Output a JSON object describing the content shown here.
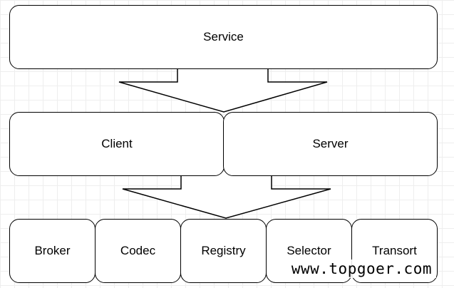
{
  "top": {
    "label": "Service"
  },
  "middle": [
    {
      "key": "client",
      "label": "Client"
    },
    {
      "key": "server",
      "label": "Server"
    }
  ],
  "bottom": [
    {
      "key": "broker",
      "label": "Broker"
    },
    {
      "key": "codec",
      "label": "Codec"
    },
    {
      "key": "registry",
      "label": "Registry"
    },
    {
      "key": "selector",
      "label": "Selector"
    },
    {
      "key": "transport",
      "label": "Transort"
    }
  ],
  "watermark": "www.topgoer.com"
}
